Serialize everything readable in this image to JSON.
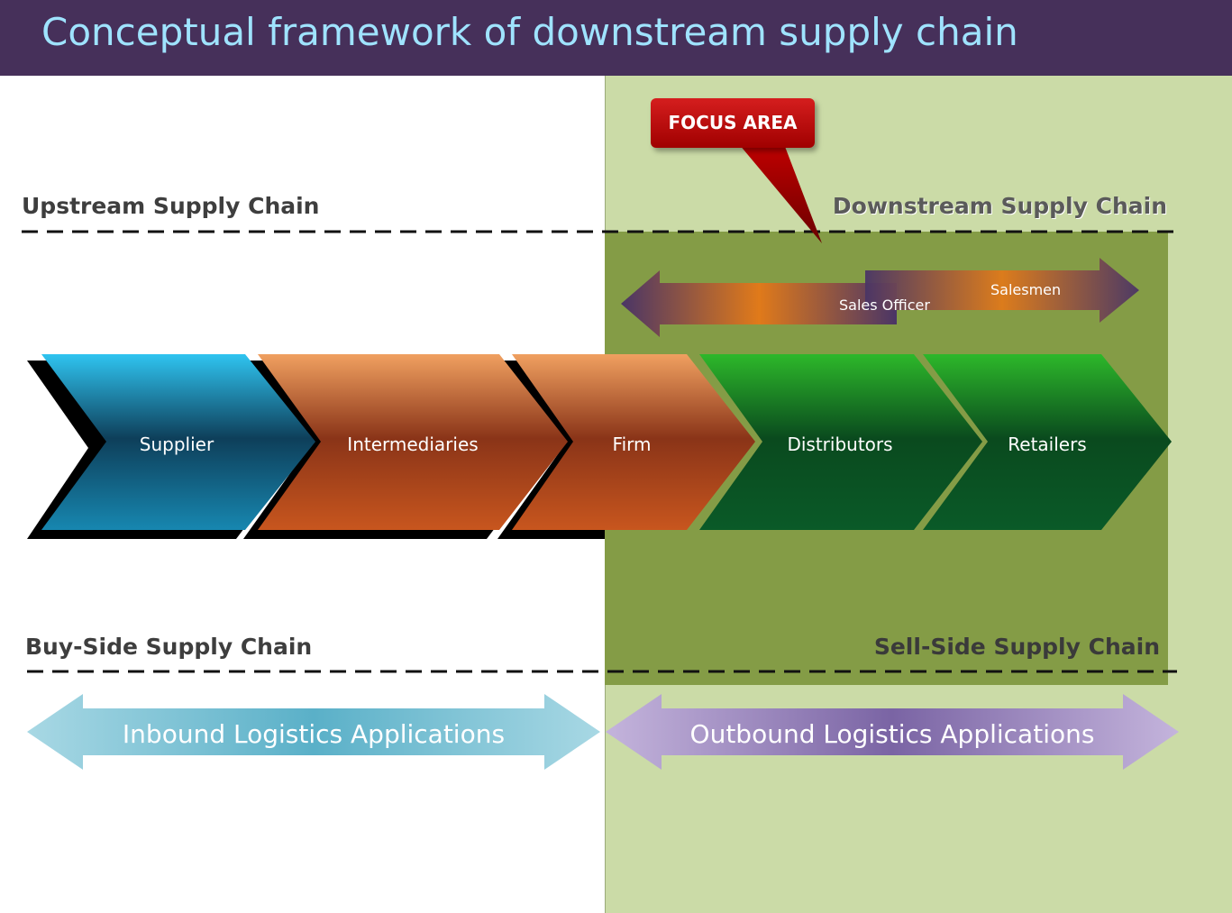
{
  "title": "Conceptual framework of downstream supply chain",
  "callout": {
    "label": "FOCUS AREA"
  },
  "labels": {
    "upstream": "Upstream Supply Chain",
    "downstream": "Downstream Supply Chain",
    "buy_side": "Buy-Side Supply Chain",
    "sell_side": "Sell-Side Supply Chain"
  },
  "chain": [
    {
      "label": "Supplier",
      "color": "#1a7fa6"
    },
    {
      "label": "Intermediaries",
      "color": "#c8642a"
    },
    {
      "label": "Firm",
      "color": "#c8642a"
    },
    {
      "label": "Distributors",
      "color": "#1e8a2a"
    },
    {
      "label": "Retailers",
      "color": "#1e8a2a"
    }
  ],
  "sales_arrow": {
    "officer": "Sales Officer",
    "salesmen": "Salesmen"
  },
  "logistics": {
    "inbound": "Inbound Logistics Applications",
    "outbound": "Outbound Logistics Applications"
  },
  "colors": {
    "title_bar": "#46305a",
    "title_text": "#9fe3ff",
    "panel": "#cbdba7",
    "focus": "#849c46",
    "callout": "#c00000"
  }
}
